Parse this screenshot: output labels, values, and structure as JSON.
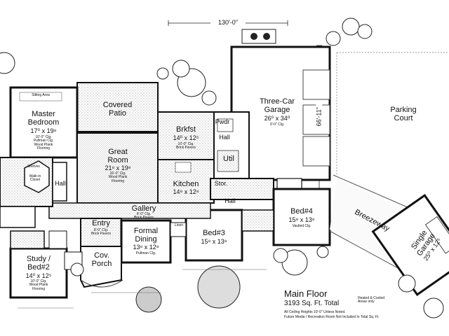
{
  "dimensions": {
    "width": "130'-0\"",
    "depth": "66'-11\""
  },
  "rooms": {
    "master_bedroom": {
      "name": "Master\nBedroom",
      "size": "17⁰ x 19⁸",
      "note": "10'-0\" Clg.\nPullman Clg.\nWood Plank\nFlooring"
    },
    "sitting_area": "Sitting Area",
    "covered_patio": "Covered\nPatio",
    "great_room": {
      "name": "Great\nRoom",
      "size": "21⁸ x 19⁸",
      "note": "16'-0\" Clg.\nWood Plank\nFlooring"
    },
    "brkfst": {
      "name": "Brkfst",
      "size": "14⁰ x 12⁵",
      "note": "10'-0\" Clg.\nBrick Pavers"
    },
    "kitchen": {
      "name": "Kitchen",
      "size": "14⁸ x 12⁸"
    },
    "three_car_garage": {
      "name": "Three-Car\nGarage",
      "size": "26⁰ x 34⁰",
      "note": "9'-0\" Clg."
    },
    "parking_court": "Parking\nCourt",
    "hall_1": "Hall",
    "hall_2": "Hall",
    "hall_3": "Hall",
    "util": "Util",
    "stor": "Stor.",
    "pwdr": "Pwdr",
    "gallery": {
      "name": "Gallery",
      "note": "8'-0\" Clg.\nBrick Pavers"
    },
    "entry": {
      "name": "Entry",
      "note": "8'-0\" Clg.\nBrick Pavers"
    },
    "formal_dining": {
      "name": "Formal\nDining",
      "size": "13⁸ x 12⁸",
      "note": "Pullman Clg."
    },
    "cov_porch": "Cov.\nPorch",
    "study_bed2": {
      "name": "Study /\nBed#2",
      "size": "14⁰ x 12⁵",
      "note": "10'-0\" Clg.\nWood Plank\nFlooring"
    },
    "bed3": {
      "name": "Bed#3",
      "size": "15⁸ x 13⁸"
    },
    "bed4": {
      "name": "Bed#4",
      "size": "15⁸ x 13⁸",
      "note": "Vaulted Clg."
    },
    "breezeway": "Breezeway",
    "single_garage": {
      "name": "Single\nGarage",
      "size": "25⁰ x 12⁵"
    },
    "walk_in_closet": "Walk-in\nCloset",
    "shelves": "Shelves",
    "linen": "Linen"
  },
  "footer": {
    "title": "Main Floor",
    "area": "3193 Sq. Ft. Total",
    "note1": "Heated & Cooled\nAreas only",
    "note2": "All Ceiling Heights 10'-0\" Unless Noted.",
    "note3": "Future Media / Recreation Room Not Included In Total Sq. Ft."
  }
}
